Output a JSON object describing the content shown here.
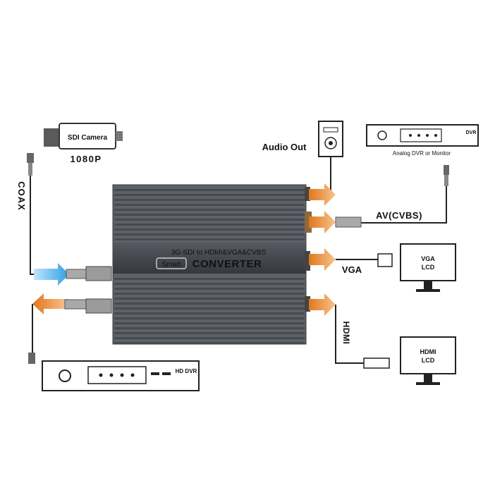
{
  "camera": {
    "label": "SDI Camera",
    "resolution": "1080P"
  },
  "coax": {
    "label": "COAX"
  },
  "converter": {
    "title": "3G-SDI to HDMI&VGA&CVBS",
    "badge": "Smart",
    "name": "CONVERTER"
  },
  "audio": {
    "label": "Audio Out"
  },
  "analog_dvr": {
    "badge": "DVR",
    "caption": "Analog DVR or Monitor"
  },
  "av": {
    "label": "AV(CVBS)"
  },
  "vga": {
    "label": "VGA",
    "screen_line1": "VGA",
    "screen_line2": "LCD"
  },
  "hdmi": {
    "label": "HDMI",
    "screen_line1": "HDMI",
    "screen_line2": "LCD"
  },
  "hd_dvr": {
    "label": "HD DVR"
  },
  "colors": {
    "arrow_in": "#3aa8e8",
    "arrow_out": "#e8872a",
    "device_body": "#5b5f66",
    "device_panel": "#404349"
  }
}
